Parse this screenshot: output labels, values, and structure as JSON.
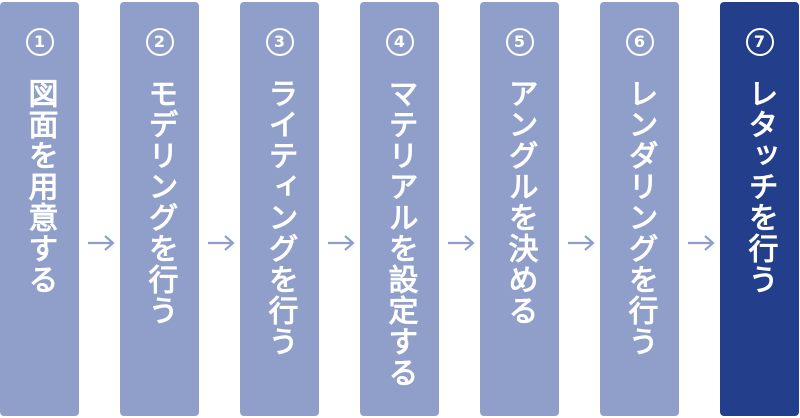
{
  "steps": [
    {
      "number": "1",
      "label": "図面を用意する"
    },
    {
      "number": "2",
      "label": "モデリングを行う"
    },
    {
      "number": "3",
      "label": "ライティングを行う"
    },
    {
      "number": "4",
      "label": "マテリアルを設定する"
    },
    {
      "number": "5",
      "label": "アングルを決める"
    },
    {
      "number": "6",
      "label": "レンダリングを行う"
    },
    {
      "number": "7",
      "label": "レタッチを行う"
    }
  ],
  "colors": {
    "step_fill": "#8f9fca",
    "active_step_fill": "#233f8c",
    "arrow": "#8f9fca",
    "text": "#ffffff"
  }
}
